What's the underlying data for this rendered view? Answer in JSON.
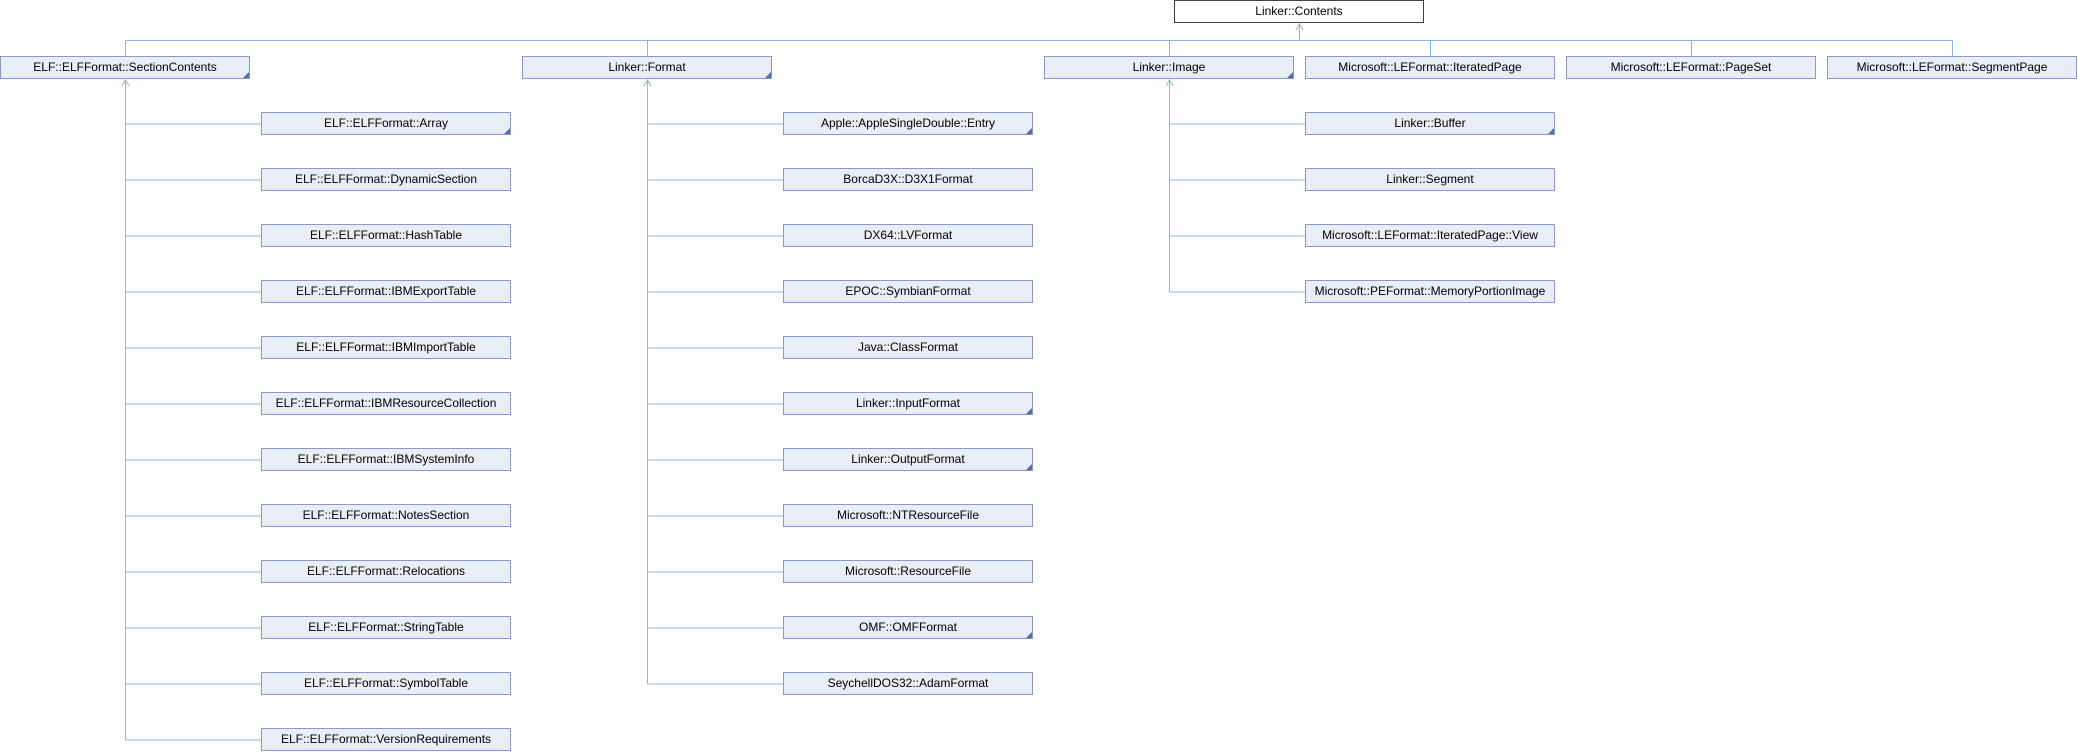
{
  "diagram": {
    "root": {
      "label": "Linker::Contents"
    },
    "top_level": [
      {
        "label": "ELF::ELFFormat::SectionContents"
      },
      {
        "label": "Linker::Format"
      },
      {
        "label": "Linker::Image"
      },
      {
        "label": "Microsoft::LEFormat::IteratedPage"
      },
      {
        "label": "Microsoft::LEFormat::PageSet"
      },
      {
        "label": "Microsoft::LEFormat::SegmentPage"
      }
    ],
    "children": [
      [
        {
          "label": "ELF::ELFFormat::Array",
          "has_subclasses": true
        },
        {
          "label": "ELF::ELFFormat::DynamicSection",
          "has_subclasses": false
        },
        {
          "label": "ELF::ELFFormat::HashTable",
          "has_subclasses": false
        },
        {
          "label": "ELF::ELFFormat::IBMExportTable",
          "has_subclasses": false
        },
        {
          "label": "ELF::ELFFormat::IBMImportTable",
          "has_subclasses": false
        },
        {
          "label": "ELF::ELFFormat::IBMResourceCollection",
          "has_subclasses": false
        },
        {
          "label": "ELF::ELFFormat::IBMSystemInfo",
          "has_subclasses": false
        },
        {
          "label": "ELF::ELFFormat::NotesSection",
          "has_subclasses": false
        },
        {
          "label": "ELF::ELFFormat::Relocations",
          "has_subclasses": false
        },
        {
          "label": "ELF::ELFFormat::StringTable",
          "has_subclasses": false
        },
        {
          "label": "ELF::ELFFormat::SymbolTable",
          "has_subclasses": false
        },
        {
          "label": "ELF::ELFFormat::VersionRequirements",
          "has_subclasses": false
        }
      ],
      [
        {
          "label": "Apple::AppleSingleDouble::Entry",
          "has_subclasses": true
        },
        {
          "label": "BorcaD3X::D3X1Format",
          "has_subclasses": false
        },
        {
          "label": "DX64::LVFormat",
          "has_subclasses": false
        },
        {
          "label": "EPOC::SymbianFormat",
          "has_subclasses": false
        },
        {
          "label": "Java::ClassFormat",
          "has_subclasses": false
        },
        {
          "label": "Linker::InputFormat",
          "has_subclasses": true
        },
        {
          "label": "Linker::OutputFormat",
          "has_subclasses": true
        },
        {
          "label": "Microsoft::NTResourceFile",
          "has_subclasses": false
        },
        {
          "label": "Microsoft::ResourceFile",
          "has_subclasses": false
        },
        {
          "label": "OMF::OMFFormat",
          "has_subclasses": true
        },
        {
          "label": "SeychellDOS32::AdamFormat",
          "has_subclasses": false
        }
      ],
      [
        {
          "label": "Linker::Buffer",
          "has_subclasses": true
        },
        {
          "label": "Linker::Segment",
          "has_subclasses": false
        },
        {
          "label": "Microsoft::LEFormat::IteratedPage::View",
          "has_subclasses": false
        },
        {
          "label": "Microsoft::PEFormat::MemoryPortionImage",
          "has_subclasses": false
        }
      ],
      [],
      [],
      []
    ],
    "colors": {
      "edge": "#8fb5e0",
      "node_fill": "#e8edf6",
      "node_border": "#8a9bc0",
      "root_border": "#404040"
    }
  }
}
